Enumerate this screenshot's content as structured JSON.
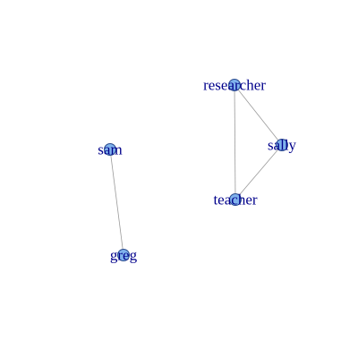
{
  "graph": {
    "node_color": "#7fb2ec",
    "label_color": "#00008b",
    "edge_color": "#9a9a9a",
    "nodes": [
      {
        "id": "researcher",
        "label": "researcher"
      },
      {
        "id": "sally",
        "label": "sally"
      },
      {
        "id": "teacher",
        "label": "teacher"
      },
      {
        "id": "sam",
        "label": "sam"
      },
      {
        "id": "greg",
        "label": "greg"
      }
    ],
    "edges": [
      {
        "source": "researcher",
        "target": "sally"
      },
      {
        "source": "researcher",
        "target": "teacher"
      },
      {
        "source": "sally",
        "target": "teacher"
      },
      {
        "source": "sam",
        "target": "greg"
      }
    ]
  }
}
